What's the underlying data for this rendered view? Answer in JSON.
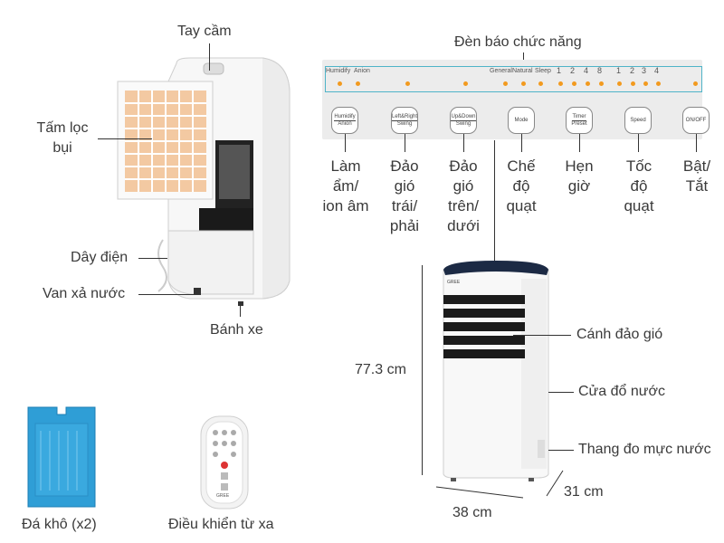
{
  "left_product": {
    "labels": {
      "handle": "Tay cầm",
      "filter_line1": "Tấm lọc",
      "filter_line2": "bụi",
      "power_cord": "Dây điện",
      "drain_valve": "Van xả nước",
      "wheel": "Bánh xe"
    }
  },
  "panel": {
    "title": "Đèn báo chức năng",
    "indicators": [
      "Humidify",
      "Anion",
      "General",
      "Natural",
      "Sleep"
    ],
    "timer_numbers": [
      "1",
      "2",
      "4",
      "8"
    ],
    "speed_numbers": [
      "1",
      "2",
      "3",
      "4"
    ],
    "buttons": [
      {
        "top": "Humidify",
        "bottom": "Anion",
        "label": "Làm ẩm/ ion âm"
      },
      {
        "top": "Left&Right",
        "bottom": "Swing",
        "label": "Đảo gió trái/ phải"
      },
      {
        "top": "Up&Down",
        "bottom": "Swing",
        "label": "Đảo gió trên/ dưới"
      },
      {
        "top": "Mode",
        "bottom": "",
        "label": "Chế độ quạt"
      },
      {
        "top": "Timer",
        "bottom": "Preset",
        "label": "Hẹn giờ"
      },
      {
        "top": "Speed",
        "bottom": "",
        "label": "Tốc độ quạt"
      },
      {
        "top": "ON/OFF",
        "bottom": "",
        "label": "Bật/ Tắt"
      }
    ]
  },
  "front_product": {
    "brand": "GREE",
    "height": "77.3 cm",
    "width": "38 cm",
    "depth": "31 cm",
    "labels": {
      "louver": "Cánh đảo gió",
      "water_door": "Cửa đổ nước",
      "water_gauge": "Thang đo mực nước"
    }
  },
  "accessories": {
    "ice_pack": "Đá khô (x2)",
    "remote": "Điều khiển từ xa",
    "remote_brand": "GREE"
  },
  "colors": {
    "indicator": "#f29a1f",
    "panel_border": "#4fb4c8",
    "ice": "#2f9ed6"
  }
}
